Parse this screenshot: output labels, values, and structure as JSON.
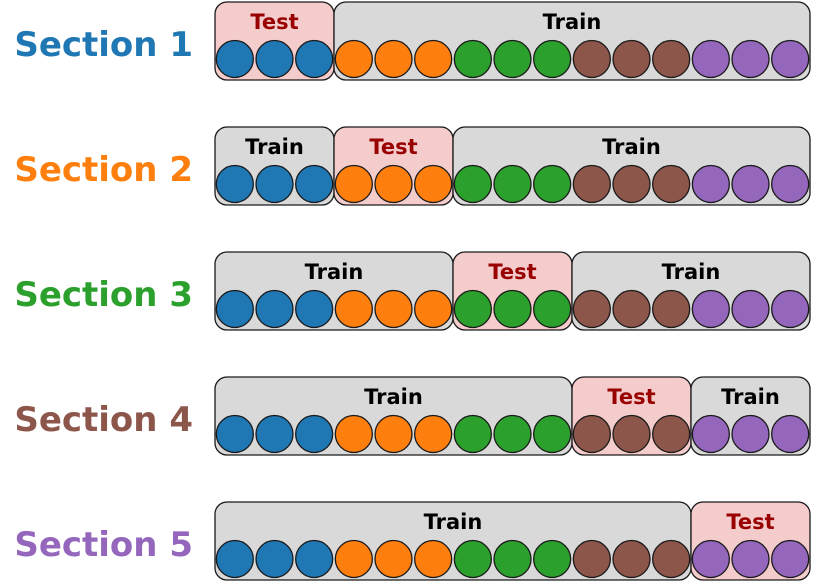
{
  "colors": {
    "group_colors": [
      "#1f77b4",
      "#ff7f0e",
      "#2ca02c",
      "#8c564b",
      "#9467bd"
    ],
    "train_fill": "#d9d9d9",
    "test_fill": "#f4cccc",
    "test_text": "#990000",
    "train_text": "#000000",
    "circle_outline": "#1a1a1a"
  },
  "circle_groups": 5,
  "circles_per_group": 3,
  "sections": [
    {
      "label": "Section 1",
      "blocks": [
        {
          "label": "Test",
          "kind": "test",
          "groups": 1
        },
        {
          "label": "Train",
          "kind": "train",
          "groups": 4
        }
      ]
    },
    {
      "label": "Section 2",
      "blocks": [
        {
          "label": "Train",
          "kind": "train",
          "groups": 1
        },
        {
          "label": "Test",
          "kind": "test",
          "groups": 1
        },
        {
          "label": "Train",
          "kind": "train",
          "groups": 3
        }
      ]
    },
    {
      "label": "Section 3",
      "blocks": [
        {
          "label": "Train",
          "kind": "train",
          "groups": 2
        },
        {
          "label": "Test",
          "kind": "test",
          "groups": 1
        },
        {
          "label": "Train",
          "kind": "train",
          "groups": 2
        }
      ]
    },
    {
      "label": "Section 4",
      "blocks": [
        {
          "label": "Train",
          "kind": "train",
          "groups": 3
        },
        {
          "label": "Test",
          "kind": "test",
          "groups": 1
        },
        {
          "label": "Train",
          "kind": "train",
          "groups": 1
        }
      ]
    },
    {
      "label": "Section 5",
      "blocks": [
        {
          "label": "Train",
          "kind": "train",
          "groups": 4
        },
        {
          "label": "Test",
          "kind": "test",
          "groups": 1
        }
      ]
    }
  ]
}
